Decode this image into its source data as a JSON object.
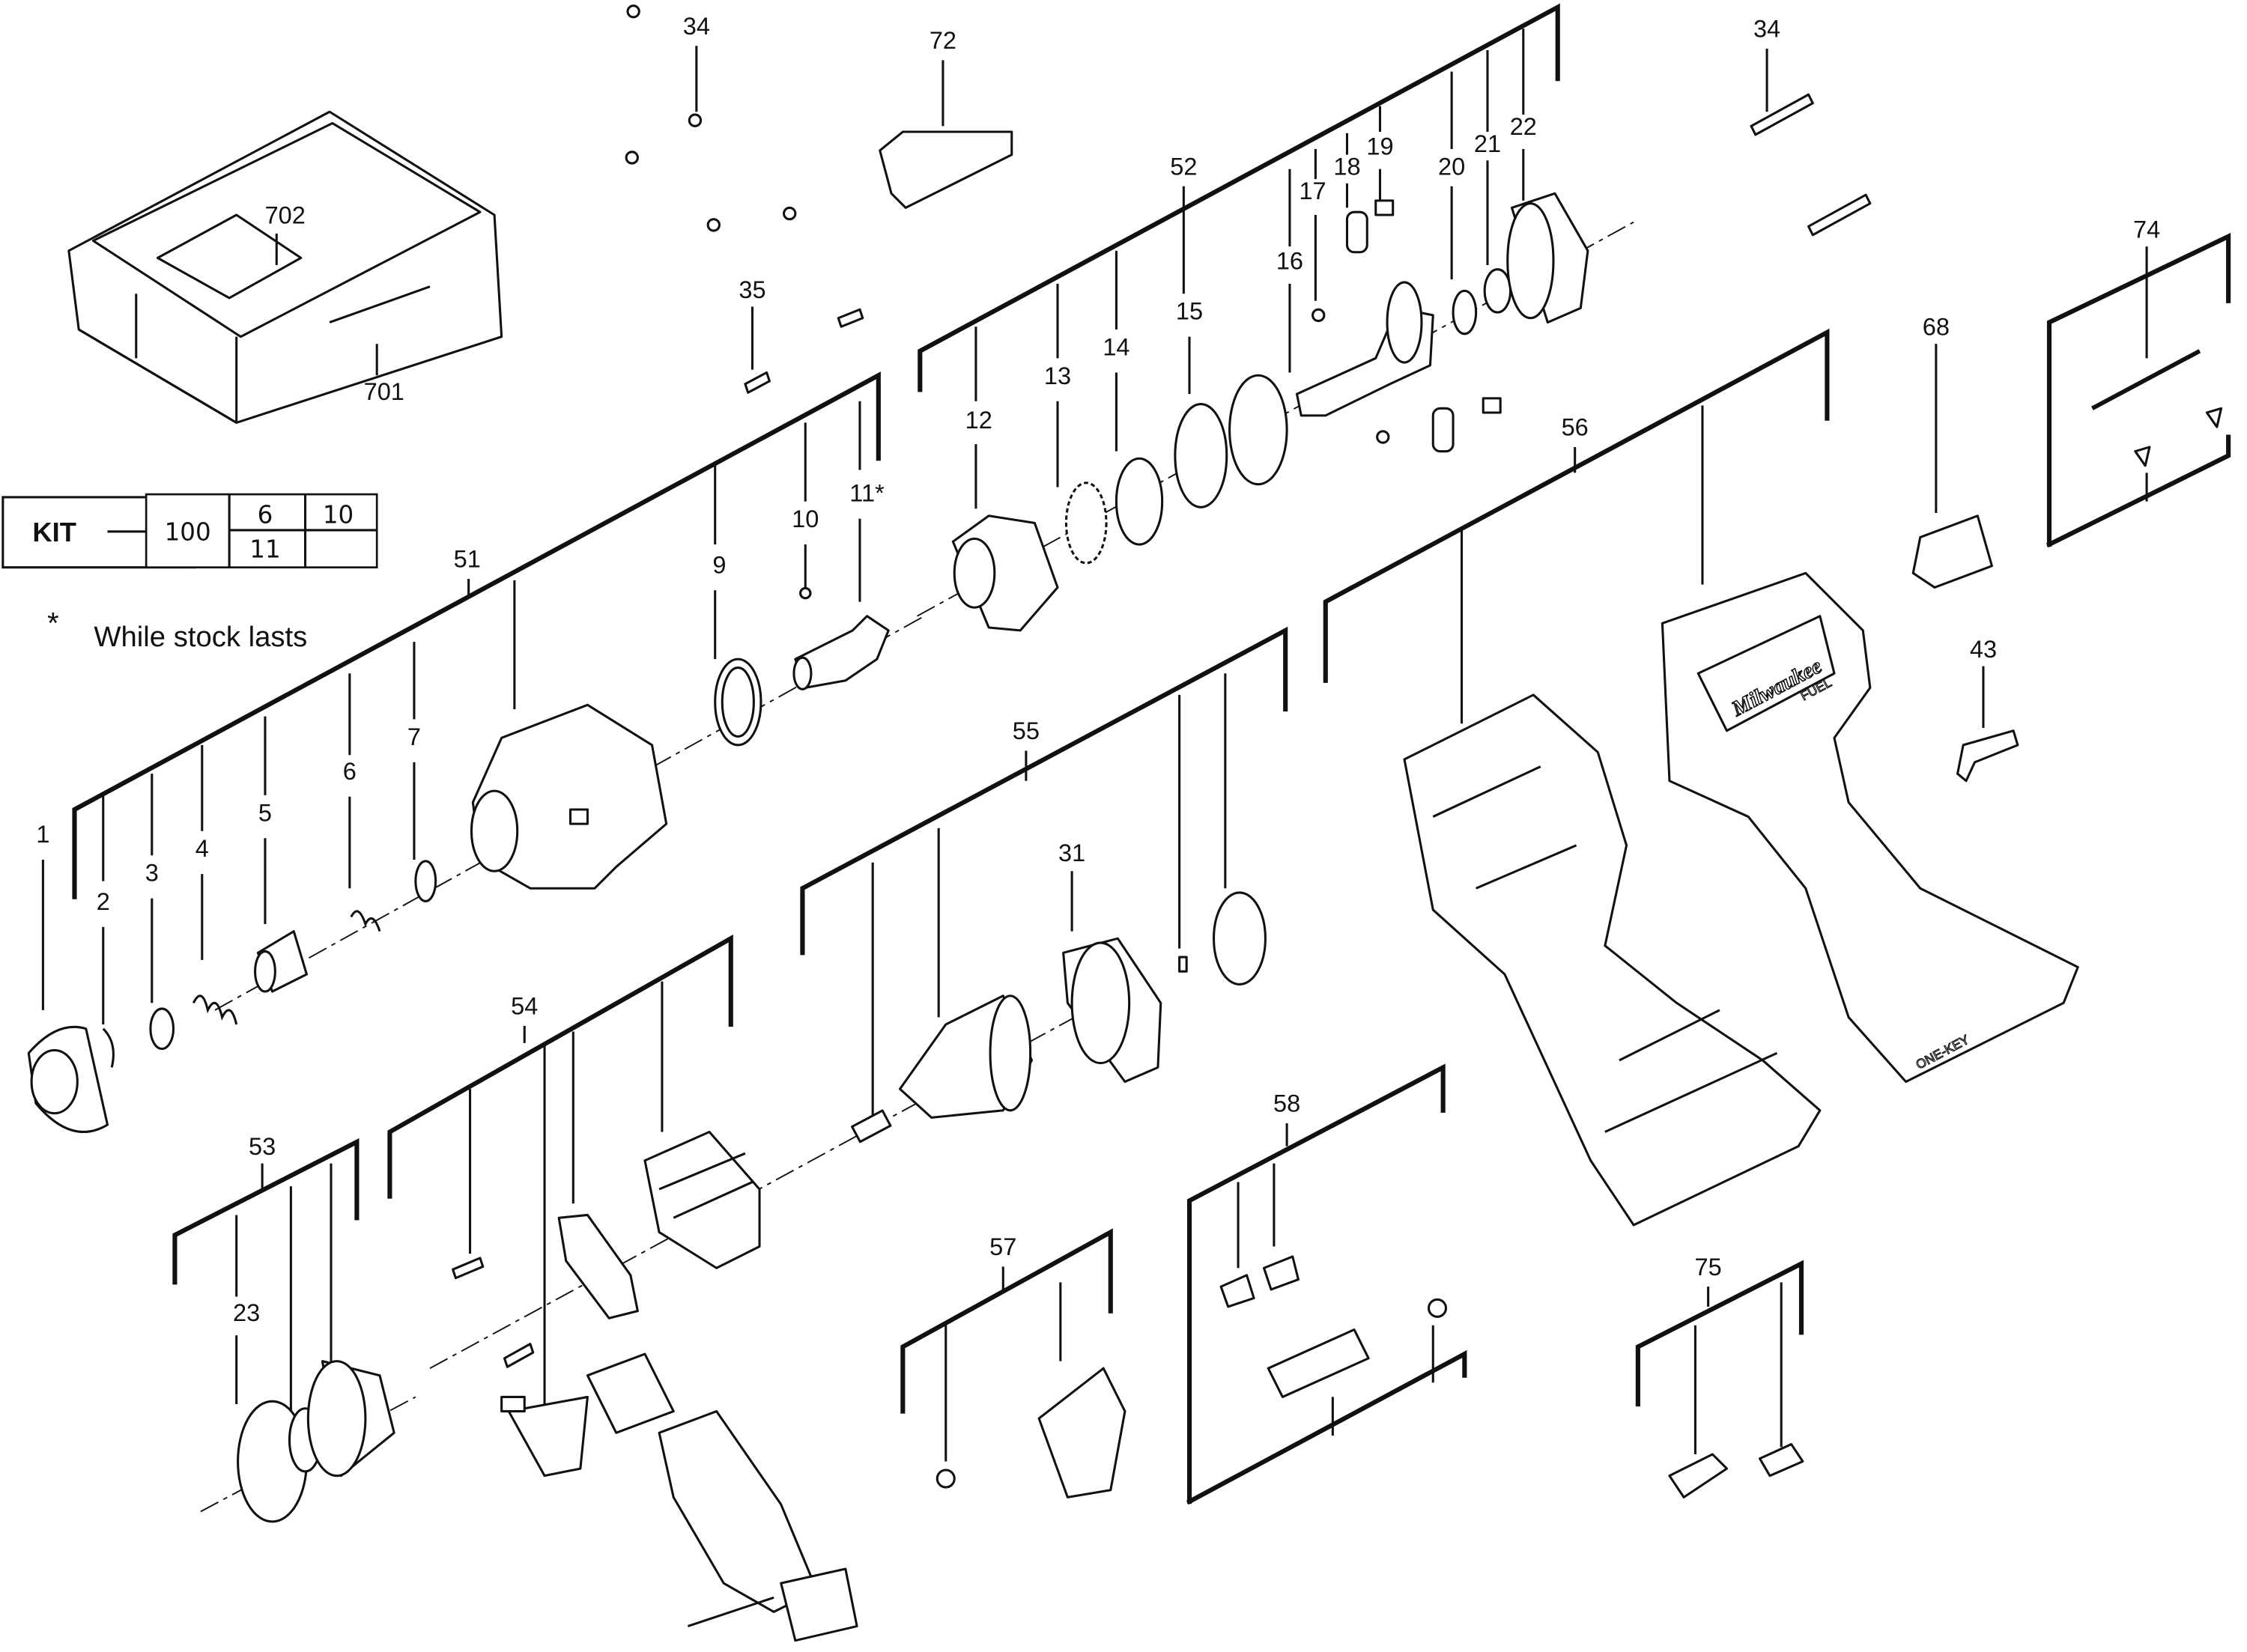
{
  "diagram": {
    "type": "exploded-parts-diagram",
    "labels": {
      "p34a": "34",
      "p34b": "34",
      "p72": "72",
      "p702": "702",
      "p701": "701",
      "p35": "35",
      "p52": "52",
      "p12": "12",
      "p13": "13",
      "p14": "14",
      "p15": "15",
      "p16": "16",
      "p17": "17",
      "p18": "18",
      "p19": "19",
      "p20": "20",
      "p21": "21",
      "p22": "22",
      "p74": "74",
      "p68": "68",
      "p56": "56",
      "p43": "43",
      "p51": "51",
      "p1": "1",
      "p2": "2",
      "p3": "3",
      "p4": "4",
      "p5": "5",
      "p6": "6",
      "p7": "7",
      "p9": "9",
      "p10": "10",
      "p11": "11*",
      "p55": "55",
      "p31": "31",
      "p54": "54",
      "p53": "53",
      "p23": "23",
      "p58": "58",
      "p57": "57",
      "p75": "75"
    },
    "kit": {
      "label": "KIT",
      "number": "100",
      "contents": [
        "6",
        "10",
        "11"
      ]
    },
    "footnote": {
      "symbol": "*",
      "text": "While stock lasts"
    },
    "logos": {
      "brand": "Milwaukee",
      "line": "FUEL",
      "feature": "ONE-KEY"
    }
  }
}
